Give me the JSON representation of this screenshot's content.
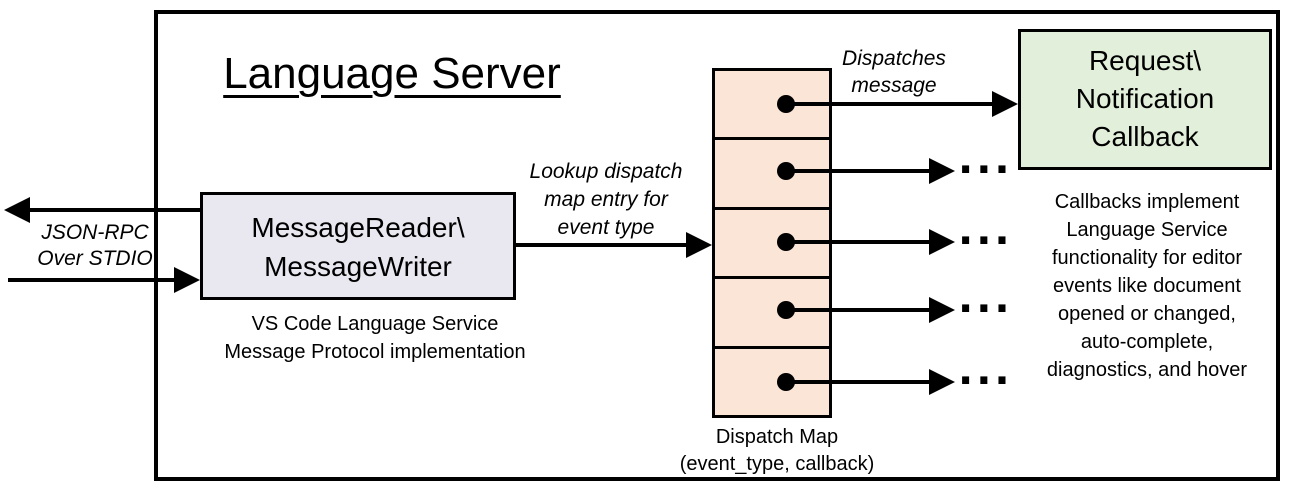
{
  "diagram": {
    "title": "Language Server",
    "stdio_label": "JSON-RPC\nOver STDIO",
    "reader_box": {
      "label": "MessageReader\\\nMessageWriter",
      "caption": "VS Code Language Service\nMessage Protocol implementation",
      "fill": "#e9e7f0"
    },
    "lookup_label": "Lookup dispatch\nmap entry for\nevent type",
    "dispatches_label": "Dispatches\nmessage",
    "dispatch_map": {
      "caption": "Dispatch Map\n(event_type, callback)",
      "fill": "#fbe5d6",
      "entry_count": 5
    },
    "callback_box": {
      "label": "Request\\\nNotification\nCallback",
      "fill": "#e2efda"
    },
    "callbacks_note": "Callbacks implement\nLanguage Service\nfunctionality for editor\nevents like document\nopened or changed,\nauto-complete,\ndiagnostics, and hover",
    "ellipsis": "...",
    "colors": {
      "line": "#000000"
    }
  }
}
